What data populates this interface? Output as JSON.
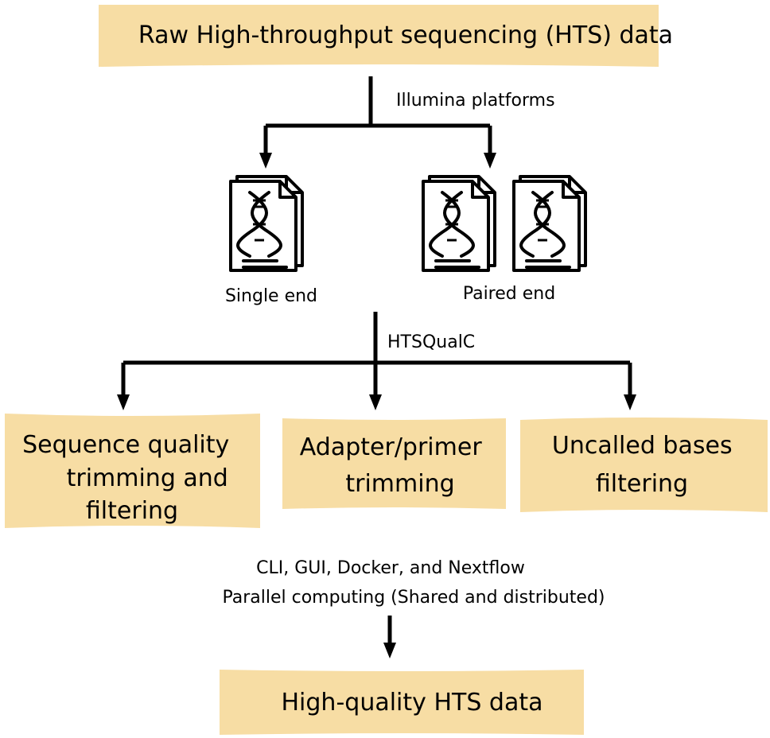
{
  "colors": {
    "box_fill": "#F7DDA4",
    "line": "#000000",
    "background": "#FFFFFF"
  },
  "top_box": {
    "text": "Raw High-throughput sequencing (HTS) data"
  },
  "split1_label": "Illumina platforms",
  "files": {
    "icon": "dna-document-icon",
    "single_label": "Single end",
    "paired_label": "Paired end"
  },
  "split2_label": "HTSQualC",
  "process_boxes": [
    {
      "lines": [
        "Sequence quality",
        "trimming and",
        "filtering"
      ]
    },
    {
      "lines": [
        "Adapter/primer",
        "trimming"
      ]
    },
    {
      "lines": [
        "Uncalled bases",
        "filtering"
      ]
    }
  ],
  "notes": [
    "CLI, GUI, Docker, and Nextflow",
    "Parallel computing (Shared and distributed)"
  ],
  "bottom_box": {
    "text": "High-quality HTS data"
  }
}
